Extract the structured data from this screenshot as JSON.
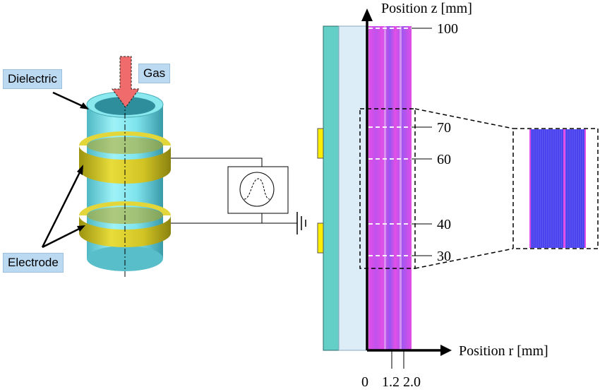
{
  "labels": {
    "dielectric": "Dielectric",
    "gas": "Gas",
    "electrode": "Electrode"
  },
  "axes": {
    "z_title": "Position z [mm]",
    "r_title": "Position r [mm]",
    "z_ticks": [
      "100",
      "70",
      "60",
      "40",
      "30"
    ],
    "r_ticks": [
      "0",
      "1.2",
      "2.0"
    ]
  },
  "colors": {
    "dielectric_tube": "#7fe3ec",
    "electrode": "#d9cc2a",
    "gas_arrow": "#f06b6b",
    "wall_outer": "#63cfc6",
    "wall_inner": "#dcedf8",
    "plasma_magenta": "#e14fe6",
    "plasma_blue": "#8a59f2",
    "zoom_blue": "#4a43ee",
    "electrode_marker": "#ffee00"
  },
  "icons": {
    "power_supply": "pulse-waveform-icon",
    "ground": "ground-icon"
  }
}
